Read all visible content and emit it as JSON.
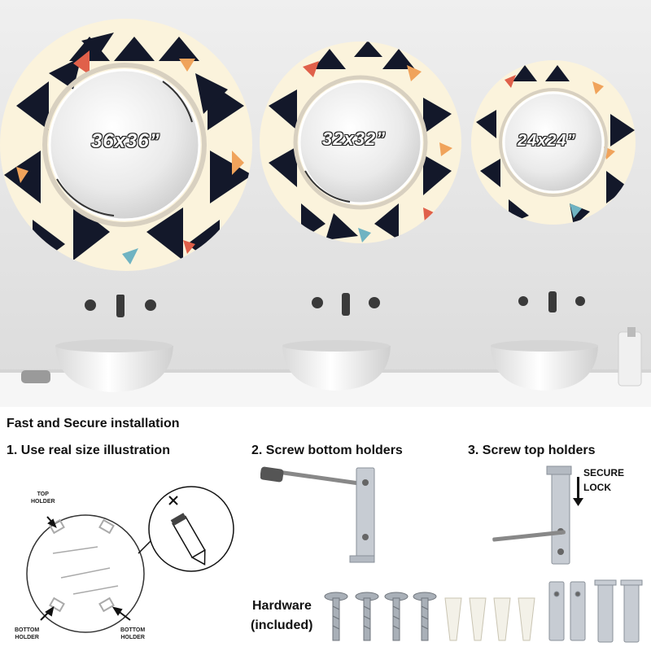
{
  "mirror_sizes": [
    "36x36”",
    "32x32”",
    "24x24”"
  ],
  "install": {
    "title": "Fast and Secure installation",
    "step1": "1. Use real size illustration",
    "step2": "2. Screw bottom holders",
    "step3": "3. Screw top holders",
    "top_holder": "TOP\nHOLDER",
    "bottom_holder": "BOTTOM\nHOLDER",
    "secure": "SECURE",
    "lock": "LOCK",
    "hardware_line1": "Hardware",
    "hardware_line2": "(included)"
  },
  "colors": {
    "frame_bg": "#fbf3dc",
    "triangle": "#13182a",
    "accent_red": "#e0604a",
    "accent_orange": "#f0a35b",
    "accent_teal": "#6fb3c2",
    "wall": "#e9e9e9",
    "counter": "#f5f5f5"
  },
  "icons": [
    "faucet-icon",
    "sink-bowl",
    "pencil-icon",
    "screw-icon",
    "wall-anchor-icon",
    "holder-bracket-icon",
    "arrow-down-icon"
  ]
}
